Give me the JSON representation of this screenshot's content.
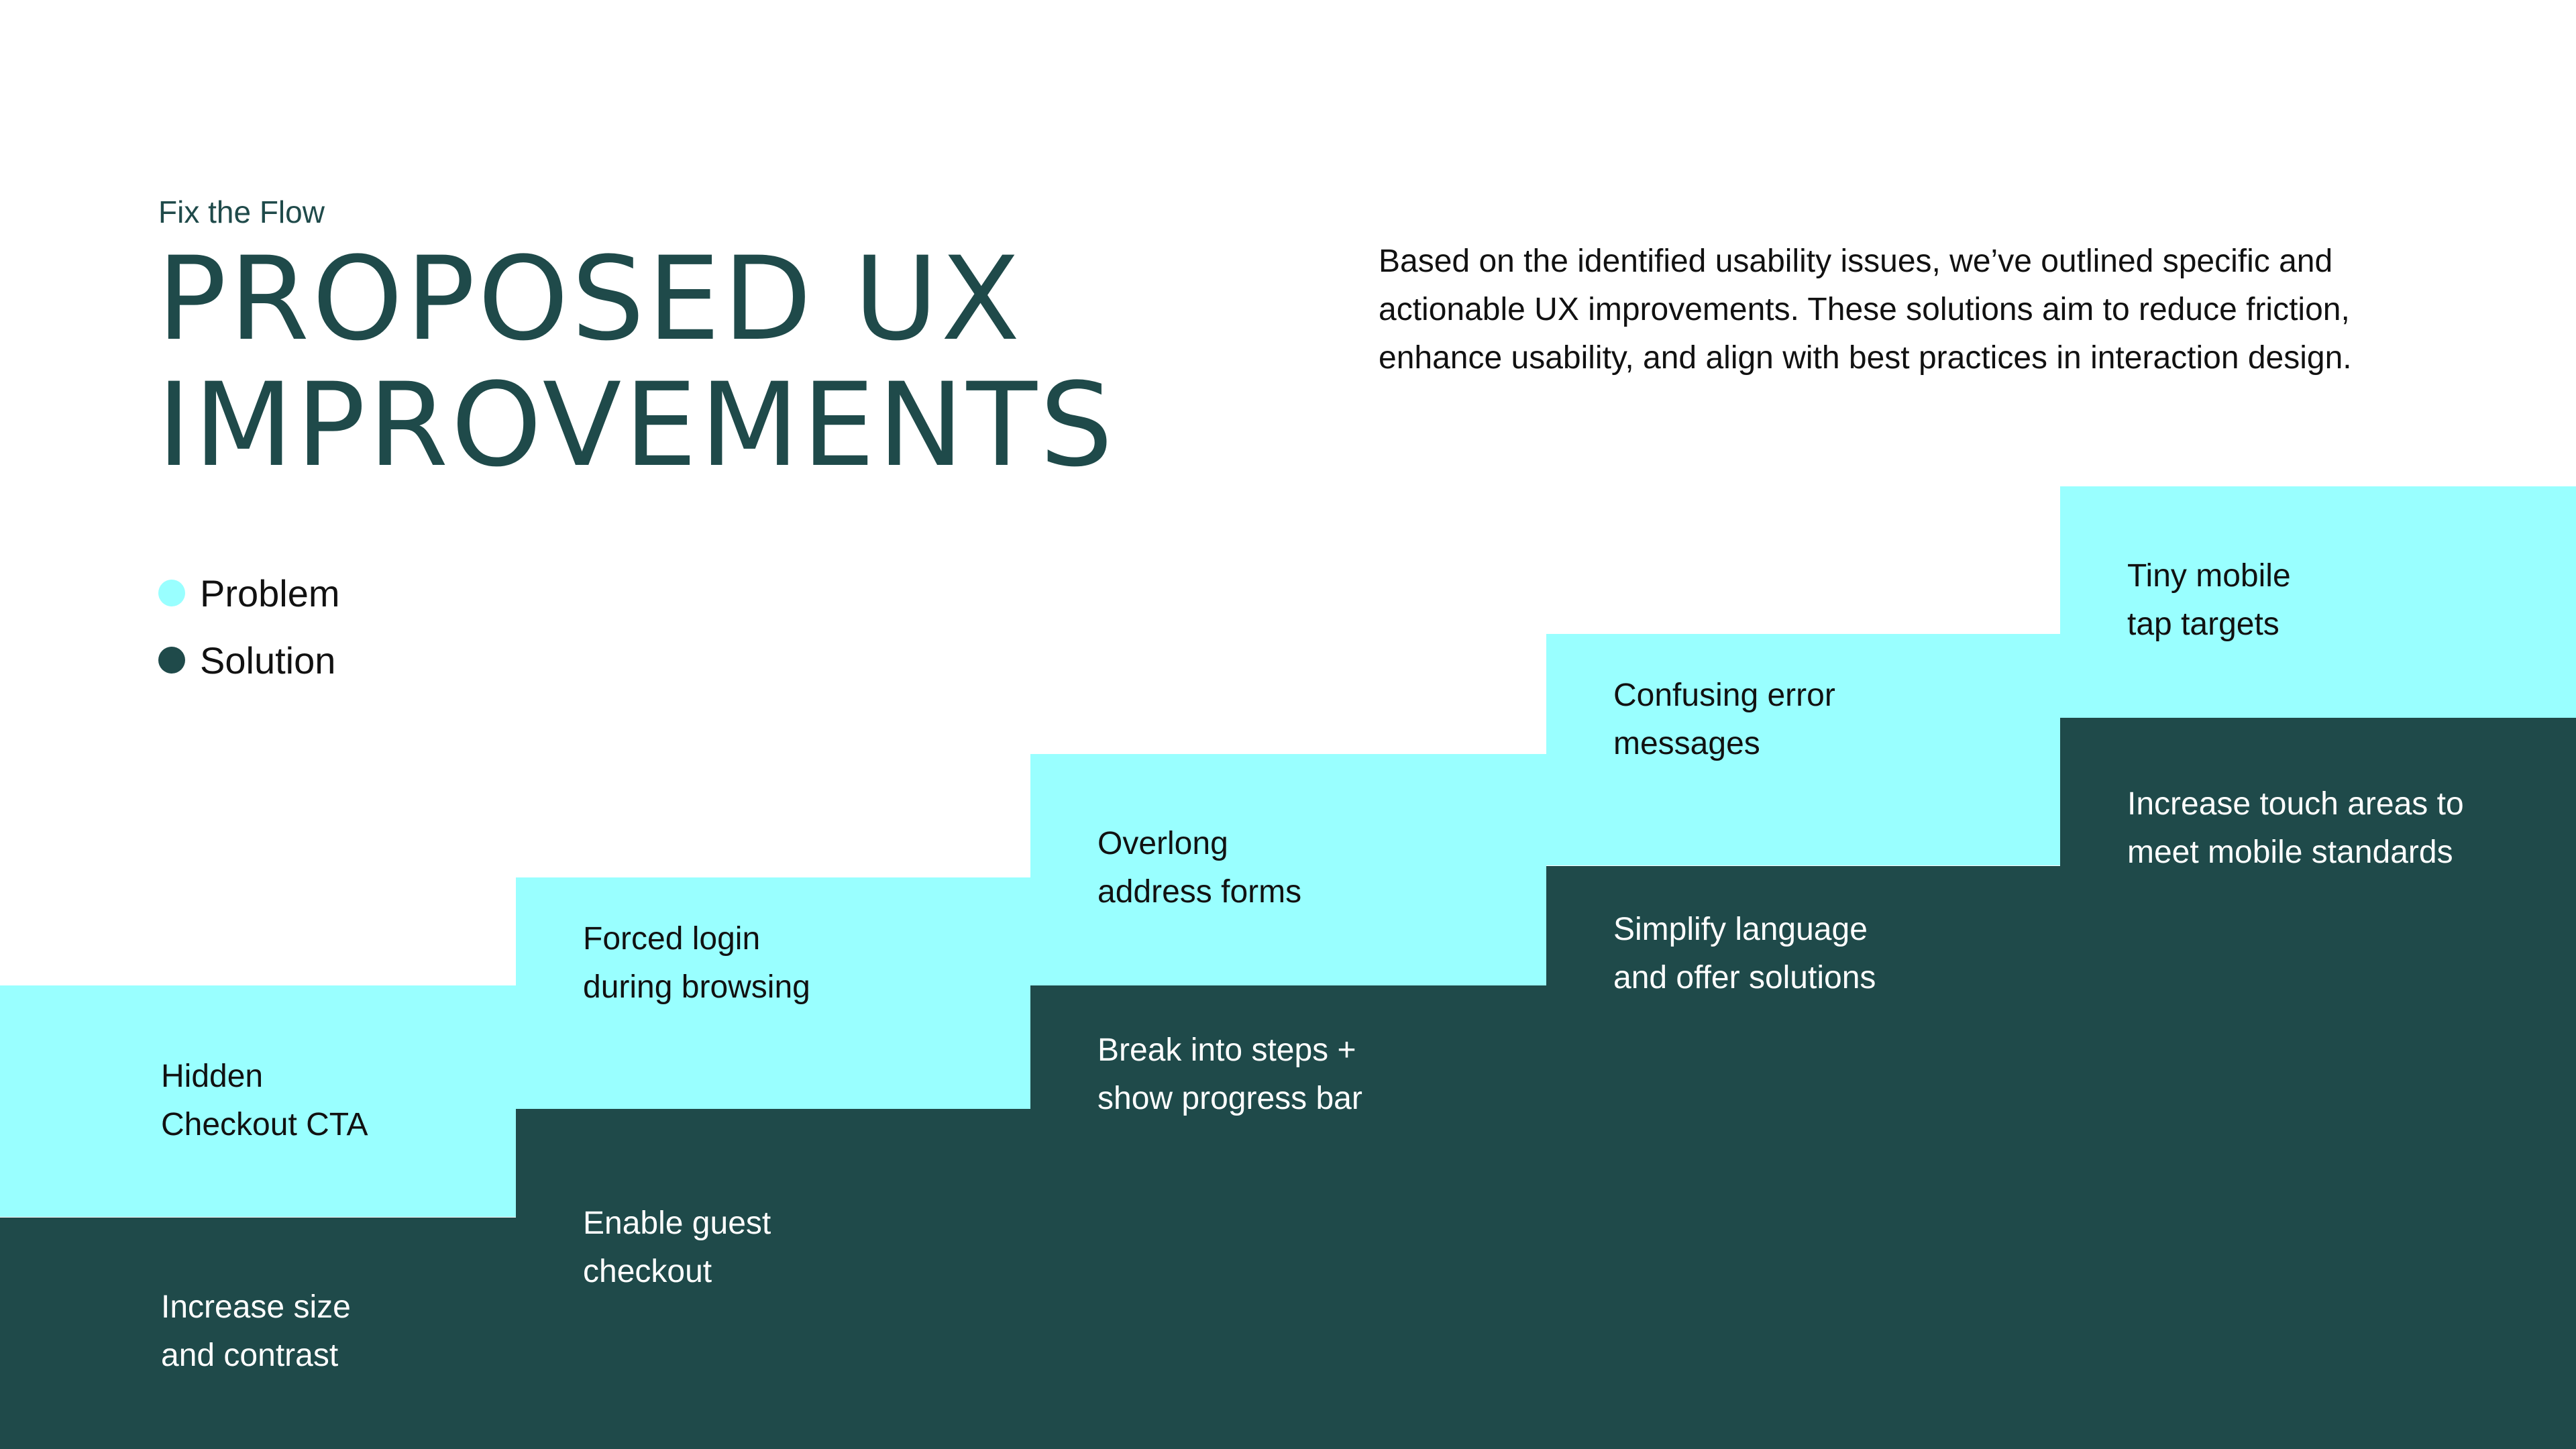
{
  "colors": {
    "problem": "#99ffff",
    "solution": "#1f4a4a",
    "title": "#1f4a4a",
    "background": "#ffffff"
  },
  "header": {
    "eyebrow": "Fix the Flow",
    "title_line1": "PROPOSED UX",
    "title_line2": "IMPROVEMENTS",
    "intro": "Based on the identified usability issues, we’ve outlined specific and actionable UX improvements. These solutions aim to reduce friction, enhance usability, and align with best practices in interaction design."
  },
  "legend": {
    "problem_label": "Problem",
    "solution_label": "Solution"
  },
  "steps": [
    {
      "problem": "Hidden\nCheckout CTA",
      "solution": "Increase size\nand contrast"
    },
    {
      "problem": "Forced login\nduring browsing",
      "solution": "Enable guest\ncheckout"
    },
    {
      "problem": "Overlong\naddress forms",
      "solution": "Break into steps +\nshow progress bar"
    },
    {
      "problem": "Confusing error\nmessages",
      "solution": "Simplify language\nand offer solutions"
    },
    {
      "problem": "Tiny mobile\ntap targets",
      "solution": "Increase touch areas to\nmeet mobile standards"
    }
  ]
}
